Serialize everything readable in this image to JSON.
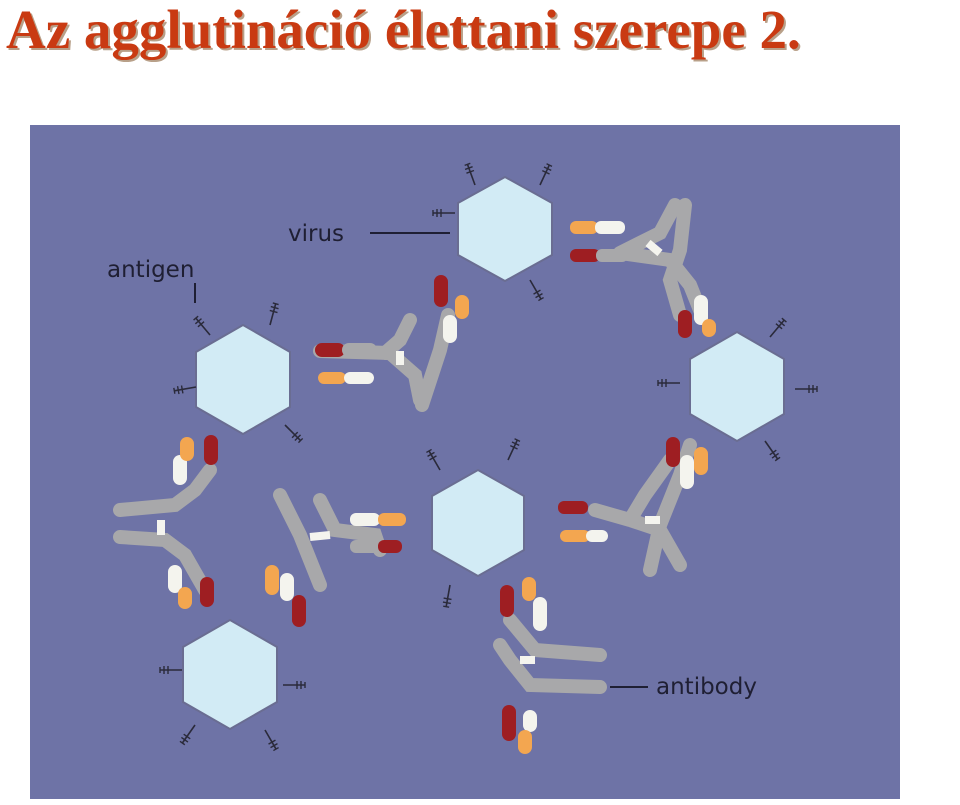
{
  "title": "Az agglutináció élettani szerepe 2.",
  "diagram": {
    "labels": {
      "virus": "virus",
      "antigen": "antigen",
      "antibody": "antibody"
    },
    "colors": {
      "background": "#6e73a6",
      "virus_fill": "#d2ebf5",
      "antibody_arm": "#a8a8aa",
      "tip_red": "#9e1e22",
      "tip_orange": "#f3a650",
      "tip_white": "#f4f4ee",
      "title": "#c93a12"
    }
  }
}
